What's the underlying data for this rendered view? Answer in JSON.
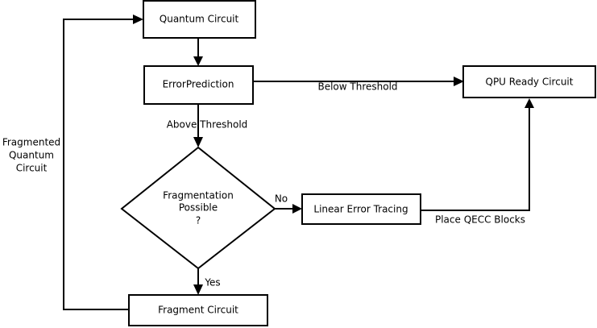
{
  "nodes": {
    "quantum_circuit": "Quantum Circuit",
    "error_prediction": "ErrorPrediction",
    "qpu_ready_circuit": "QPU Ready Circuit",
    "fragmentation_possible": [
      "Fragmentation",
      "Possible",
      "?"
    ],
    "linear_error_tracing": "Linear Error Tracing",
    "fragment_circuit": "Fragment Circuit"
  },
  "edges": {
    "below_threshold": "Below Threshold",
    "above_threshold": "Above Threshold",
    "no": "No",
    "yes": "Yes",
    "place_qecc_blocks": "Place QECC Blocks",
    "fragmented_quantum_circuit": [
      "Fragmented",
      "Quantum",
      "Circuit"
    ]
  }
}
